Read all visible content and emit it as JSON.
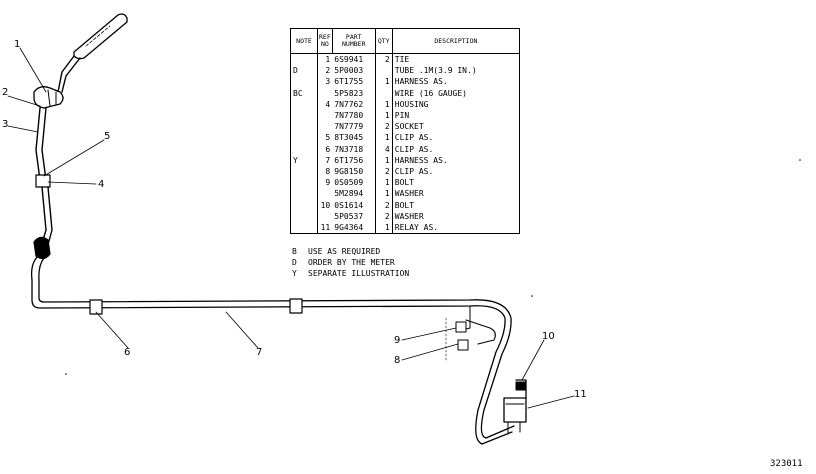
{
  "callouts": [
    {
      "id": "1",
      "label": "1"
    },
    {
      "id": "2",
      "label": "2"
    },
    {
      "id": "3",
      "label": "3"
    },
    {
      "id": "4",
      "label": "4"
    },
    {
      "id": "5",
      "label": "5"
    },
    {
      "id": "6",
      "label": "6"
    },
    {
      "id": "7",
      "label": "7"
    },
    {
      "id": "8",
      "label": "8"
    },
    {
      "id": "9",
      "label": "9"
    },
    {
      "id": "10",
      "label": "10"
    },
    {
      "id": "11",
      "label": "11"
    }
  ],
  "table": {
    "headers": {
      "note": "NOTE",
      "ref": "REF NO",
      "part": "PART NUMBER",
      "qty": "QTY",
      "desc": "DESCRIPTION"
    },
    "rows": [
      {
        "note": "",
        "ref": "1",
        "part": "6S9941",
        "qty": "2",
        "desc": "TIE"
      },
      {
        "note": "D",
        "ref": "2",
        "part": "5P0003",
        "qty": "",
        "desc": "TUBE .1M(3.9 IN.)"
      },
      {
        "note": "",
        "ref": "3",
        "part": "6T1755",
        "qty": "1",
        "desc": "HARNESS AS."
      },
      {
        "note": "BC",
        "ref": "",
        "part": "5P5823",
        "qty": "",
        "desc": "WIRE (16 GAUGE)"
      },
      {
        "note": "",
        "ref": "4",
        "part": "7N7762",
        "qty": "1",
        "desc": "HOUSING"
      },
      {
        "note": "",
        "ref": "",
        "part": "7N7780",
        "qty": "1",
        "desc": "PIN"
      },
      {
        "note": "",
        "ref": "",
        "part": "7N7779",
        "qty": "2",
        "desc": "SOCKET"
      },
      {
        "note": "",
        "ref": "5",
        "part": "8T3045",
        "qty": "1",
        "desc": "CLIP AS."
      },
      {
        "note": "",
        "ref": "6",
        "part": "7N3718",
        "qty": "4",
        "desc": "CLIP AS."
      },
      {
        "note": "Y",
        "ref": "7",
        "part": "6T1756",
        "qty": "1",
        "desc": "HARNESS AS."
      },
      {
        "note": "",
        "ref": "8",
        "part": "9G8150",
        "qty": "2",
        "desc": "CLIP AS."
      },
      {
        "note": "",
        "ref": "9",
        "part": "0S0509",
        "qty": "1",
        "desc": "BOLT"
      },
      {
        "note": "",
        "ref": "",
        "part": "5M2894",
        "qty": "1",
        "desc": "WASHER"
      },
      {
        "note": "",
        "ref": "10",
        "part": "0S1614",
        "qty": "2",
        "desc": "BOLT"
      },
      {
        "note": "",
        "ref": "",
        "part": "5P0537",
        "qty": "2",
        "desc": "WASHER"
      },
      {
        "note": "",
        "ref": "11",
        "part": "9G4364",
        "qty": "1",
        "desc": "RELAY AS."
      }
    ]
  },
  "notes": [
    {
      "code": "B",
      "text": "USE AS REQUIRED"
    },
    {
      "code": "D",
      "text": "ORDER BY THE METER"
    },
    {
      "code": "Y",
      "text": "SEPARATE ILLUSTRATION"
    }
  ],
  "figure_number": "323011"
}
